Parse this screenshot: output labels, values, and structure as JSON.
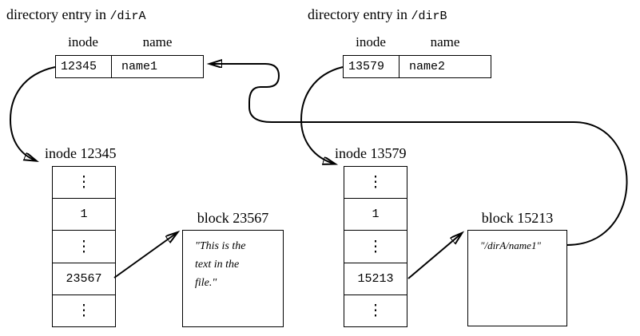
{
  "colors": {
    "ink": "#000000",
    "background": "#ffffff"
  },
  "titles": {
    "dirA": {
      "prefix": "directory entry in ",
      "path": "/dirA"
    },
    "dirB": {
      "prefix": "directory entry in ",
      "path": "/dirB"
    }
  },
  "dir_entries": {
    "dirA": {
      "header_inode": "inode",
      "header_name": "name",
      "inode": "12345",
      "name": "name1"
    },
    "dirB": {
      "header_inode": "inode",
      "header_name": "name",
      "inode": "13579",
      "name": "name2"
    }
  },
  "inodes": {
    "left": {
      "label": "inode 12345",
      "rows": [
        "⋮",
        "1",
        "⋮",
        "23567",
        "⋮"
      ]
    },
    "right": {
      "label": "inode 13579",
      "rows": [
        "⋮",
        "1",
        "⋮",
        "15213",
        "⋮"
      ]
    }
  },
  "blocks": {
    "left": {
      "label": "block 23567",
      "lines": [
        "\"This is the",
        "text in the",
        "file.\""
      ]
    },
    "right": {
      "label": "block 15213",
      "lines": [
        "\"/dirA/name1\""
      ]
    }
  }
}
